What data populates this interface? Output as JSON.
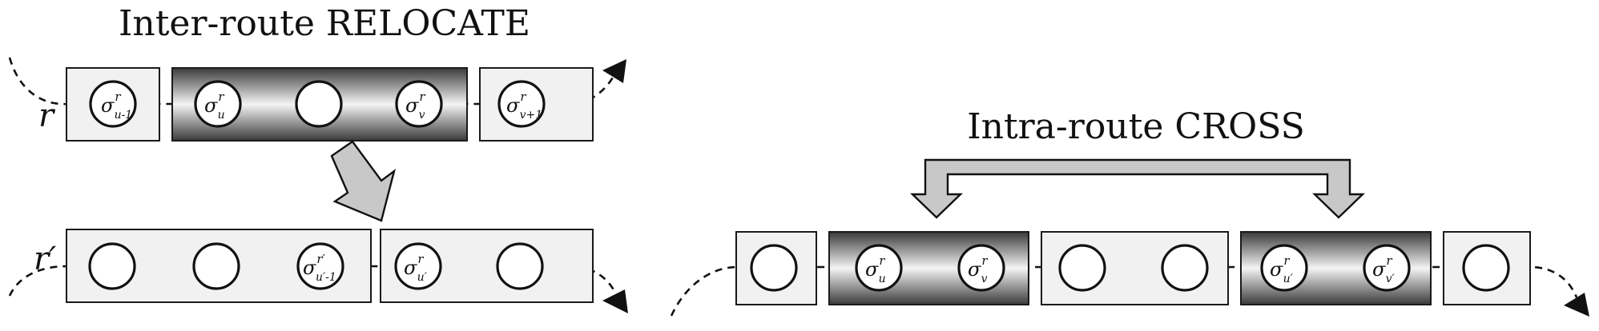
{
  "left_panel": {
    "title": "Inter-route RELOCATE",
    "route_r_label": "r",
    "route_r_prime_label": "r′",
    "nodes_r": [
      {
        "symbol": "σ",
        "superscript": "r",
        "subscript": "u-1"
      },
      {
        "symbol": "σ",
        "superscript": "r",
        "subscript": "u"
      },
      {
        "symbol": "",
        "superscript": "",
        "subscript": ""
      },
      {
        "symbol": "σ",
        "superscript": "r",
        "subscript": "v"
      },
      {
        "symbol": "σ",
        "superscript": "r",
        "subscript": "v+1"
      }
    ],
    "nodes_r_prime": [
      {
        "symbol": "",
        "superscript": "",
        "subscript": ""
      },
      {
        "symbol": "",
        "superscript": "",
        "subscript": ""
      },
      {
        "symbol": "σ",
        "superscript": "r′",
        "subscript": "u′-1"
      },
      {
        "symbol": "σ",
        "superscript": "r",
        "subscript": "u′"
      },
      {
        "symbol": "",
        "superscript": "",
        "subscript": ""
      }
    ]
  },
  "right_panel": {
    "title": "Intra-route CROSS",
    "nodes": [
      {
        "symbol": "",
        "superscript": "",
        "subscript": ""
      },
      {
        "symbol": "σ",
        "superscript": "r",
        "subscript": "u"
      },
      {
        "symbol": "σ",
        "superscript": "r",
        "subscript": "v"
      },
      {
        "symbol": "",
        "superscript": "",
        "subscript": ""
      },
      {
        "symbol": "",
        "superscript": "",
        "subscript": ""
      },
      {
        "symbol": "σ",
        "superscript": "r",
        "subscript": "u′"
      },
      {
        "symbol": "σ",
        "superscript": "r",
        "subscript": "v′"
      },
      {
        "symbol": "",
        "superscript": "",
        "subscript": ""
      }
    ]
  },
  "colors": {
    "box_fill": "#f1f1f1",
    "gradient_edge": "#3a3a3a",
    "gradient_center": "#f4f4f4",
    "arrow_fill": "#c8c8c8",
    "stroke": "#111111"
  }
}
